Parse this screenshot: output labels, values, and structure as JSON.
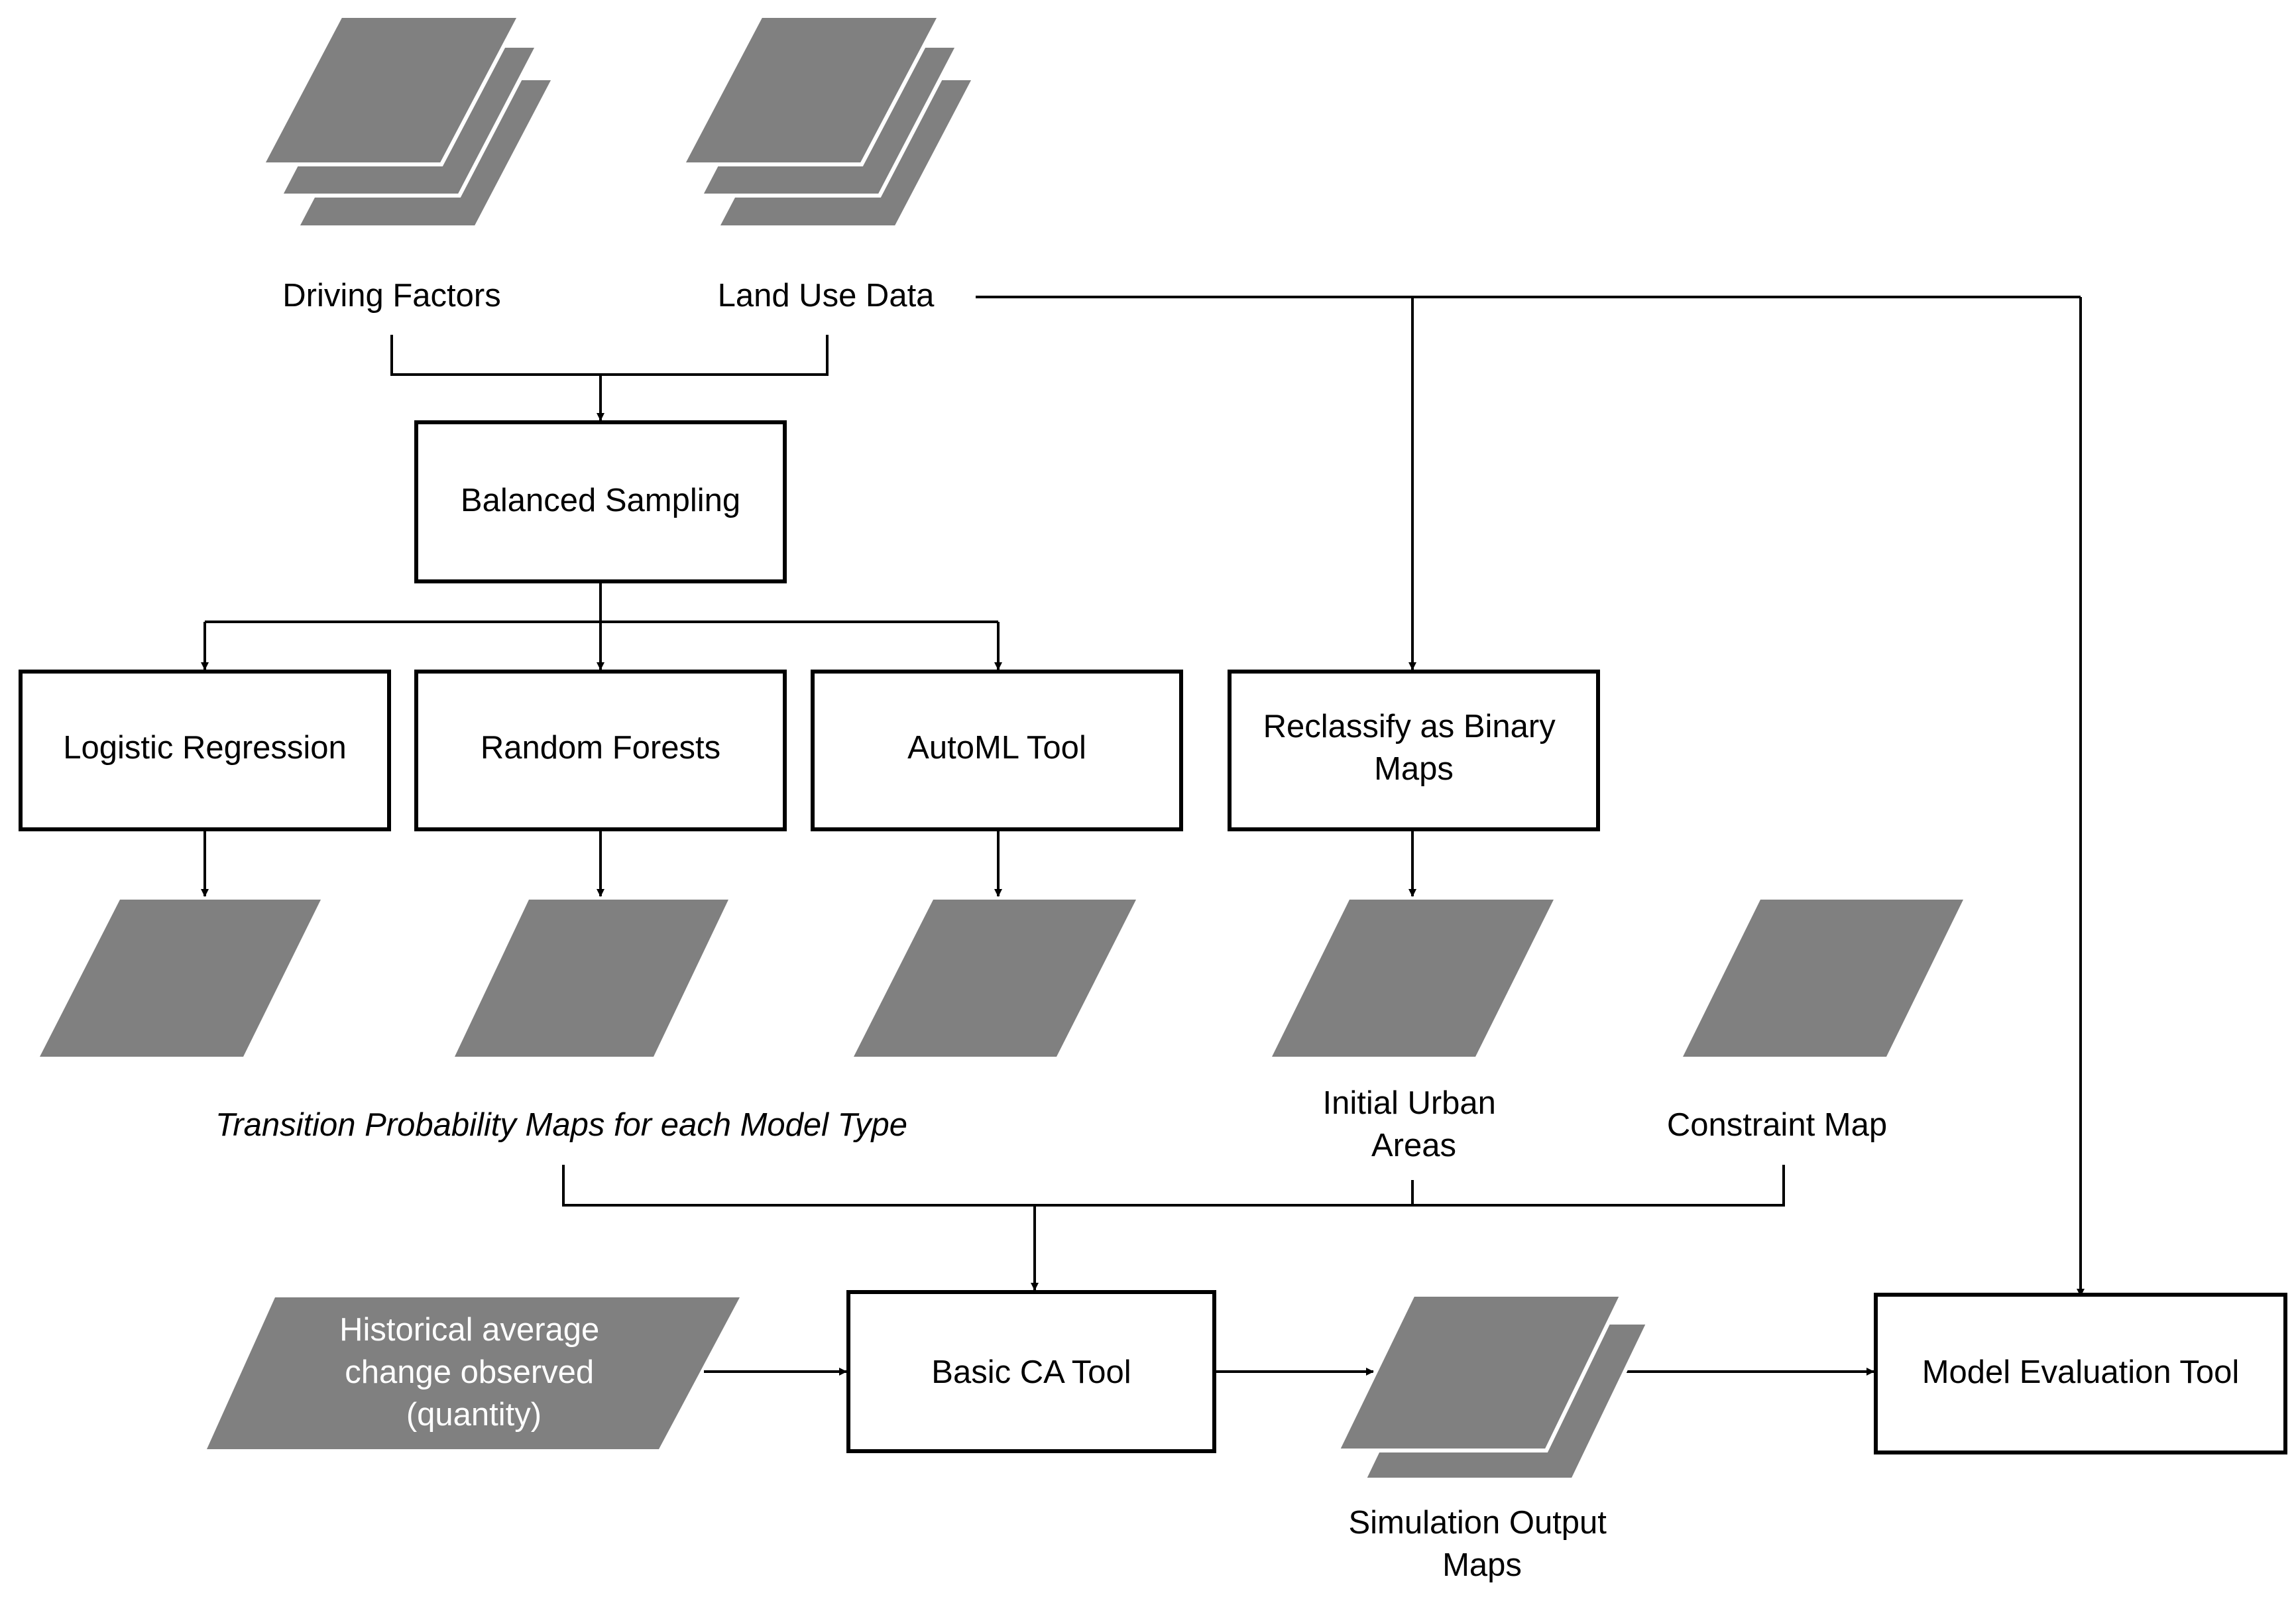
{
  "inputs": {
    "driving_factors": "Driving Factors",
    "land_use_data": "Land Use Data"
  },
  "process": {
    "balanced_sampling": "Balanced Sampling",
    "logistic_regression": "Logistic Regression",
    "random_forests": "Random Forests",
    "automl_tool": "AutoML Tool",
    "reclassify": [
      "Reclassify as Binary",
      "Maps"
    ],
    "basic_ca_tool": "Basic CA Tool",
    "model_evaluation_tool": "Model Evaluation Tool"
  },
  "outputs": {
    "transition_maps": "Transition Probability Maps for each Model Type",
    "initial_urban": [
      "Initial Urban",
      "Areas"
    ],
    "constraint_map": "Constraint Map",
    "historical_change": [
      "Historical average",
      "change observed",
      "(quantity)"
    ],
    "simulation_output": [
      "Simulation Output",
      "Maps"
    ]
  },
  "colors": {
    "data_fill": "#808080",
    "line": "#000000",
    "box_fill": "#ffffff",
    "light_text": "#ffffff"
  }
}
